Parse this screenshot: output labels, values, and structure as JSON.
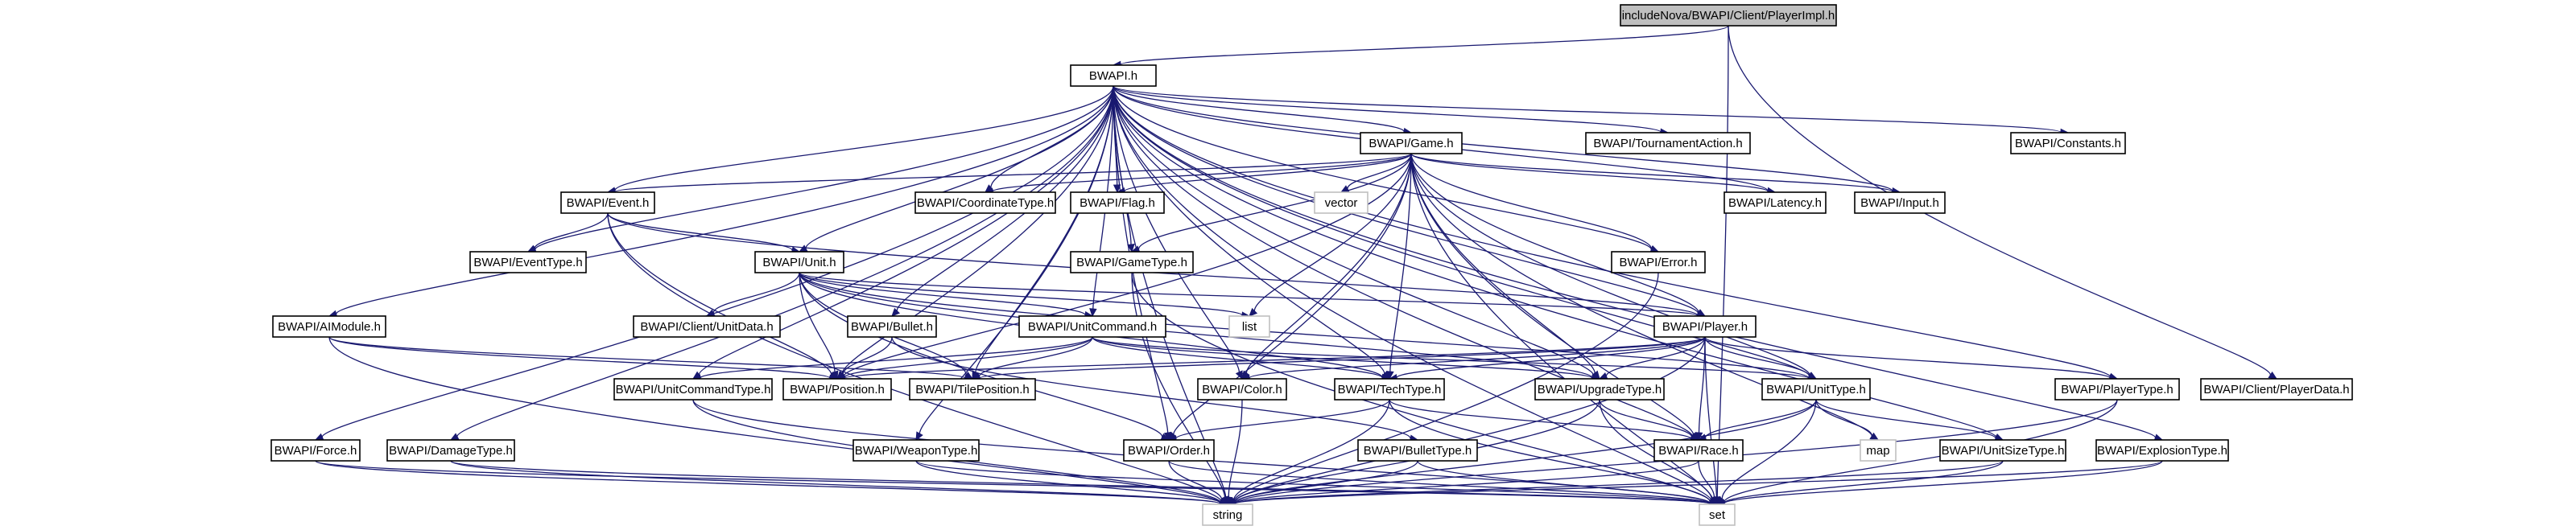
{
  "graph": {
    "nodes": [
      {
        "id": "root",
        "label": "includeNova/BWAPI/Client/PlayerImpl.h",
        "kind": "root"
      },
      {
        "id": "bwapi",
        "label": "BWAPI.h",
        "kind": "normal"
      },
      {
        "id": "game",
        "label": "BWAPI/Game.h",
        "kind": "normal"
      },
      {
        "id": "tournament",
        "label": "BWAPI/TournamentAction.h",
        "kind": "normal"
      },
      {
        "id": "constants",
        "label": "BWAPI/Constants.h",
        "kind": "normal"
      },
      {
        "id": "event",
        "label": "BWAPI/Event.h",
        "kind": "normal"
      },
      {
        "id": "coordtype",
        "label": "BWAPI/CoordinateType.h",
        "kind": "normal"
      },
      {
        "id": "flag",
        "label": "BWAPI/Flag.h",
        "kind": "normal"
      },
      {
        "id": "vector",
        "label": "vector",
        "kind": "external"
      },
      {
        "id": "latency",
        "label": "BWAPI/Latency.h",
        "kind": "normal"
      },
      {
        "id": "input",
        "label": "BWAPI/Input.h",
        "kind": "normal"
      },
      {
        "id": "eventtype",
        "label": "BWAPI/EventType.h",
        "kind": "normal"
      },
      {
        "id": "unit",
        "label": "BWAPI/Unit.h",
        "kind": "normal"
      },
      {
        "id": "gametype",
        "label": "BWAPI/GameType.h",
        "kind": "normal"
      },
      {
        "id": "error",
        "label": "BWAPI/Error.h",
        "kind": "normal"
      },
      {
        "id": "aimodule",
        "label": "BWAPI/AIModule.h",
        "kind": "normal"
      },
      {
        "id": "clientunitdata",
        "label": "BWAPI/Client/UnitData.h",
        "kind": "normal"
      },
      {
        "id": "bullet",
        "label": "BWAPI/Bullet.h",
        "kind": "normal"
      },
      {
        "id": "list",
        "label": "list",
        "kind": "external"
      },
      {
        "id": "unitcommand",
        "label": "BWAPI/UnitCommand.h",
        "kind": "normal"
      },
      {
        "id": "player",
        "label": "BWAPI/Player.h",
        "kind": "normal"
      },
      {
        "id": "unitcommandtype",
        "label": "BWAPI/UnitCommandType.h",
        "kind": "normal"
      },
      {
        "id": "position",
        "label": "BWAPI/Position.h",
        "kind": "normal"
      },
      {
        "id": "tileposition",
        "label": "BWAPI/TilePosition.h",
        "kind": "normal"
      },
      {
        "id": "color",
        "label": "BWAPI/Color.h",
        "kind": "normal"
      },
      {
        "id": "techtype",
        "label": "BWAPI/TechType.h",
        "kind": "normal"
      },
      {
        "id": "upgradetype",
        "label": "BWAPI/UpgradeType.h",
        "kind": "normal"
      },
      {
        "id": "unittype",
        "label": "BWAPI/UnitType.h",
        "kind": "normal"
      },
      {
        "id": "playertype",
        "label": "BWAPI/PlayerType.h",
        "kind": "normal"
      },
      {
        "id": "clientplayerdata",
        "label": "BWAPI/Client/PlayerData.h",
        "kind": "normal"
      },
      {
        "id": "force",
        "label": "BWAPI/Force.h",
        "kind": "normal"
      },
      {
        "id": "damagetype",
        "label": "BWAPI/DamageType.h",
        "kind": "normal"
      },
      {
        "id": "weapontype",
        "label": "BWAPI/WeaponType.h",
        "kind": "normal"
      },
      {
        "id": "order",
        "label": "BWAPI/Order.h",
        "kind": "normal"
      },
      {
        "id": "bullettype",
        "label": "BWAPI/BulletType.h",
        "kind": "normal"
      },
      {
        "id": "race",
        "label": "BWAPI/Race.h",
        "kind": "normal"
      },
      {
        "id": "map",
        "label": "map",
        "kind": "external"
      },
      {
        "id": "unitsizetype",
        "label": "BWAPI/UnitSizeType.h",
        "kind": "normal"
      },
      {
        "id": "explosiontype",
        "label": "BWAPI/ExplosionType.h",
        "kind": "normal"
      },
      {
        "id": "string",
        "label": "string",
        "kind": "external"
      },
      {
        "id": "set",
        "label": "set",
        "kind": "external"
      }
    ],
    "edges": [
      [
        "root",
        "bwapi"
      ],
      [
        "root",
        "clientplayerdata"
      ],
      [
        "root",
        "set"
      ],
      [
        "bwapi",
        "game"
      ],
      [
        "bwapi",
        "tournament"
      ],
      [
        "bwapi",
        "constants"
      ],
      [
        "bwapi",
        "event"
      ],
      [
        "bwapi",
        "coordtype"
      ],
      [
        "bwapi",
        "flag"
      ],
      [
        "bwapi",
        "latency"
      ],
      [
        "bwapi",
        "input"
      ],
      [
        "bwapi",
        "eventtype"
      ],
      [
        "bwapi",
        "unit"
      ],
      [
        "bwapi",
        "gametype"
      ],
      [
        "bwapi",
        "error"
      ],
      [
        "bwapi",
        "aimodule"
      ],
      [
        "bwapi",
        "bullet"
      ],
      [
        "bwapi",
        "unitcommand"
      ],
      [
        "bwapi",
        "player"
      ],
      [
        "bwapi",
        "unitcommandtype"
      ],
      [
        "bwapi",
        "position"
      ],
      [
        "bwapi",
        "tileposition"
      ],
      [
        "bwapi",
        "color"
      ],
      [
        "bwapi",
        "techtype"
      ],
      [
        "bwapi",
        "upgradetype"
      ],
      [
        "bwapi",
        "unittype"
      ],
      [
        "bwapi",
        "playertype"
      ],
      [
        "bwapi",
        "force"
      ],
      [
        "bwapi",
        "damagetype"
      ],
      [
        "bwapi",
        "weapontype"
      ],
      [
        "bwapi",
        "order"
      ],
      [
        "bwapi",
        "race"
      ],
      [
        "bwapi",
        "unitsizetype"
      ],
      [
        "bwapi",
        "explosiontype"
      ],
      [
        "bwapi",
        "string"
      ],
      [
        "bwapi",
        "set"
      ],
      [
        "game",
        "event"
      ],
      [
        "game",
        "coordtype"
      ],
      [
        "game",
        "flag"
      ],
      [
        "game",
        "vector"
      ],
      [
        "game",
        "latency"
      ],
      [
        "game",
        "input"
      ],
      [
        "game",
        "gametype"
      ],
      [
        "game",
        "error"
      ],
      [
        "game",
        "list"
      ],
      [
        "game",
        "position"
      ],
      [
        "game",
        "color"
      ],
      [
        "game",
        "techtype"
      ],
      [
        "game",
        "upgradetype"
      ],
      [
        "game",
        "unittype"
      ],
      [
        "game",
        "race"
      ],
      [
        "game",
        "order"
      ],
      [
        "game",
        "map"
      ],
      [
        "game",
        "set"
      ],
      [
        "game",
        "player"
      ],
      [
        "event",
        "eventtype"
      ],
      [
        "event",
        "unit"
      ],
      [
        "event",
        "position"
      ],
      [
        "event",
        "player"
      ],
      [
        "event",
        "string"
      ],
      [
        "unit",
        "clientunitdata"
      ],
      [
        "unit",
        "list"
      ],
      [
        "unit",
        "unitcommand"
      ],
      [
        "unit",
        "position"
      ],
      [
        "unit",
        "tileposition"
      ],
      [
        "unit",
        "order"
      ],
      [
        "unit",
        "techtype"
      ],
      [
        "unit",
        "upgradetype"
      ],
      [
        "unit",
        "unittype"
      ],
      [
        "unit",
        "player"
      ],
      [
        "gametype",
        "string"
      ],
      [
        "gametype",
        "set"
      ],
      [
        "error",
        "string"
      ],
      [
        "aimodule",
        "position"
      ],
      [
        "aimodule",
        "string"
      ],
      [
        "aimodule",
        "tileposition"
      ],
      [
        "bullet",
        "position"
      ],
      [
        "bullet",
        "bullettype"
      ],
      [
        "unitcommand",
        "unitcommandtype"
      ],
      [
        "unitcommand",
        "position"
      ],
      [
        "unitcommand",
        "tileposition"
      ],
      [
        "unitcommand",
        "techtype"
      ],
      [
        "unitcommand",
        "upgradetype"
      ],
      [
        "unitcommand",
        "unittype"
      ],
      [
        "player",
        "position"
      ],
      [
        "player",
        "tileposition"
      ],
      [
        "player",
        "techtype"
      ],
      [
        "player",
        "upgradetype"
      ],
      [
        "player",
        "unittype"
      ],
      [
        "player",
        "race"
      ],
      [
        "player",
        "playertype"
      ],
      [
        "player",
        "string"
      ],
      [
        "player",
        "set"
      ],
      [
        "player",
        "color"
      ],
      [
        "unitcommandtype",
        "string"
      ],
      [
        "unitcommandtype",
        "set"
      ],
      [
        "color",
        "string"
      ],
      [
        "techtype",
        "order"
      ],
      [
        "techtype",
        "race"
      ],
      [
        "techtype",
        "string"
      ],
      [
        "techtype",
        "set"
      ],
      [
        "upgradetype",
        "race"
      ],
      [
        "upgradetype",
        "string"
      ],
      [
        "upgradetype",
        "set"
      ],
      [
        "unittype",
        "race"
      ],
      [
        "unittype",
        "unitsizetype"
      ],
      [
        "unittype",
        "map"
      ],
      [
        "unittype",
        "string"
      ],
      [
        "unittype",
        "set"
      ],
      [
        "playertype",
        "string"
      ],
      [
        "playertype",
        "set"
      ],
      [
        "force",
        "string"
      ],
      [
        "force",
        "set"
      ],
      [
        "damagetype",
        "string"
      ],
      [
        "damagetype",
        "set"
      ],
      [
        "weapontype",
        "string"
      ],
      [
        "weapontype",
        "set"
      ],
      [
        "order",
        "string"
      ],
      [
        "order",
        "set"
      ],
      [
        "bullettype",
        "string"
      ],
      [
        "bullettype",
        "set"
      ],
      [
        "race",
        "string"
      ],
      [
        "race",
        "set"
      ],
      [
        "unitsizetype",
        "string"
      ],
      [
        "unitsizetype",
        "set"
      ],
      [
        "explosiontype",
        "string"
      ],
      [
        "explosiontype",
        "set"
      ]
    ],
    "colors": {
      "edge": "#191970",
      "root_fill": "#bfbfbf",
      "node_stroke": "#000000",
      "external_stroke": "#bfbfbf"
    }
  }
}
